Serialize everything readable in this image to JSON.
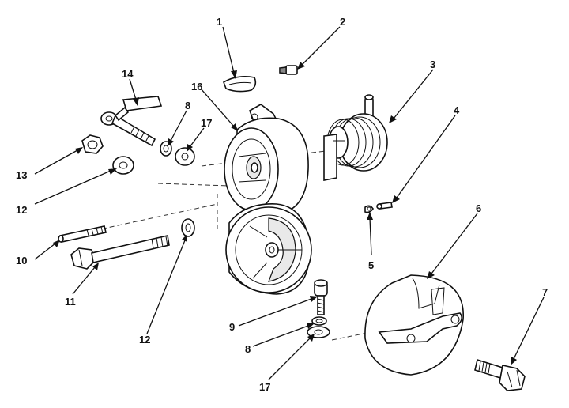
{
  "labels": {
    "l1": "1",
    "l2": "2",
    "l3": "3",
    "l4": "4",
    "l5": "5",
    "l6": "6",
    "l7": "7",
    "l8a": "8",
    "l8b": "8",
    "l9": "9",
    "l10": "10",
    "l11": "11",
    "l12a": "12",
    "l12b": "12",
    "l13": "13",
    "l14": "14",
    "l16": "16",
    "l17a": "17",
    "l17b": "17"
  }
}
